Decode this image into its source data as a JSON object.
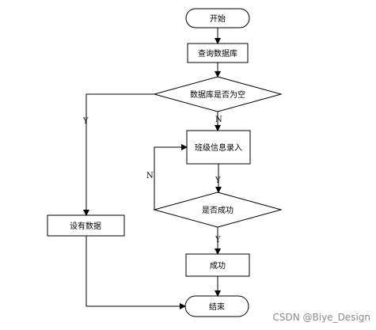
{
  "nodes": {
    "start": "开始",
    "query_db": "查询数据库",
    "db_empty_check": "数据库是否为空",
    "class_info_entry": "班级信息录入",
    "success_check": "是否成功",
    "success": "成功",
    "has_data": "设有数据",
    "end": "结束"
  },
  "edges": {
    "db_empty_no": "N",
    "db_empty_yes": "Y",
    "success_check_no": "N",
    "entry_to_check": "Y",
    "success_check_yes": "Y"
  },
  "watermark": "CSDN @Biye_Design"
}
